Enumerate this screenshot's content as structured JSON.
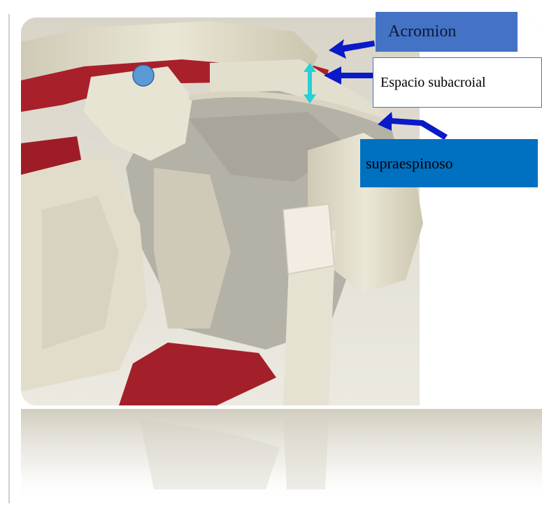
{
  "labels": {
    "acromion": "Acromion",
    "espacio_subacroial": "Espacio subacroial",
    "supraespinoso": "supraespinoso"
  },
  "colors": {
    "acromion_box": "#4472c4",
    "supraespinoso_box": "#0070c0",
    "arrows": "#0a1ac8",
    "space_marker": "#26d0d8",
    "circle_marker": "#5b9bd5",
    "bone": "#ddd8c4",
    "muscle": "#a8202a"
  },
  "icons": {
    "arrows": "arrow-left-icon",
    "space_marker": "double-arrow-vertical-icon",
    "point_marker": "circle-marker-icon"
  }
}
